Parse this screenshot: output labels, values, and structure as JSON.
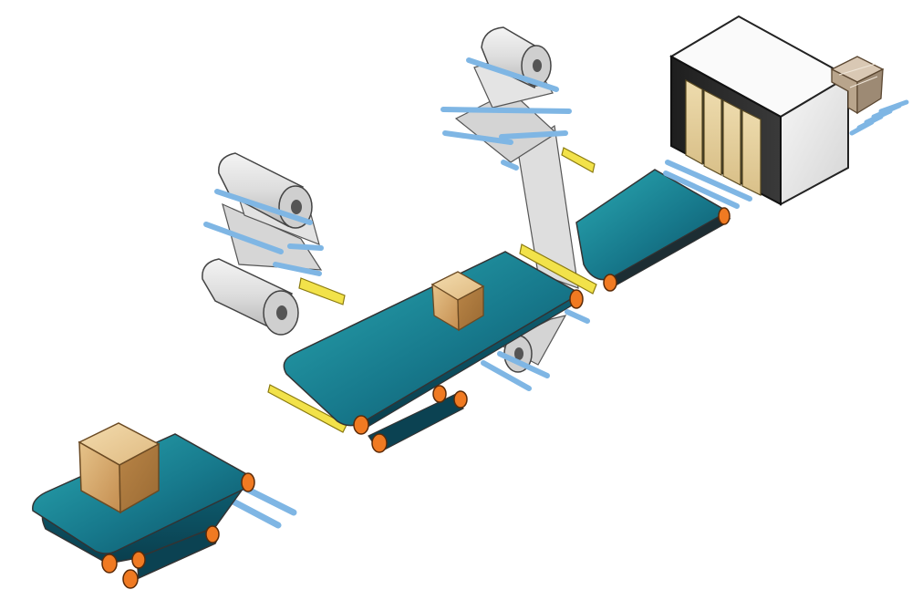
{
  "illustration": {
    "colors": {
      "belt_light": "#2aa3ad",
      "belt_dark": "#0b4f63",
      "roller": "#f07a22",
      "shaft": "#8fc3ee",
      "guide_rail": "#f2e24a",
      "film": "#dcdcdc",
      "box": "#c9965a",
      "machine_body": "#f2f2f2",
      "machine_frame": "#2b2b2b",
      "machine_window": "#e3cf9a"
    },
    "components": [
      "infeed-conveyor",
      "lower-film-unwind",
      "upper-film-unwind",
      "wrapping-conveyor",
      "outfeed-conveyor",
      "shrink-tunnel",
      "wrapped-package"
    ]
  }
}
